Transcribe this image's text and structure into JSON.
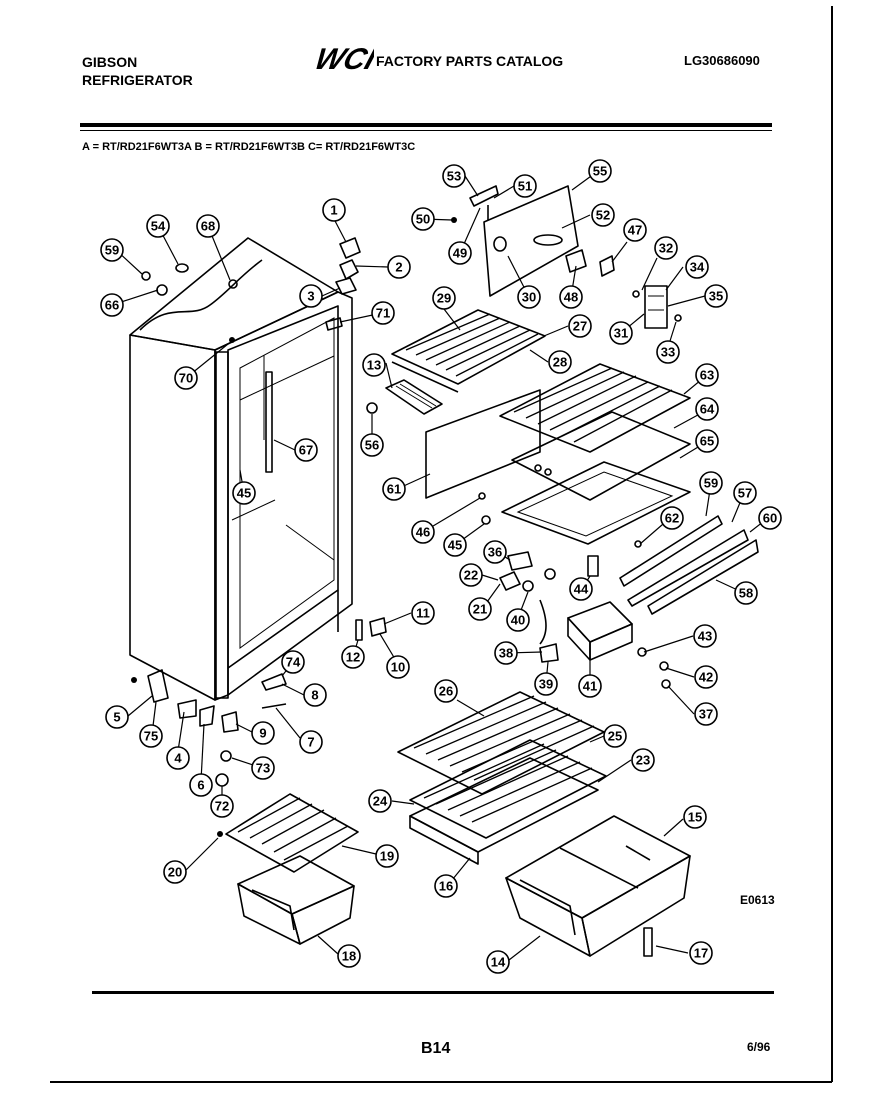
{
  "header": {
    "brand_line1": "GIBSON",
    "brand_line2": "REFRIGERATOR",
    "logo_text": "WCI",
    "catalog_title": "FACTORY PARTS CATALOG",
    "part_number": "LG30686090",
    "models": "A = RT/RD21F6WT3A   B = RT/RD21F6WT3B   C= RT/RD21F6WT3C"
  },
  "diagram": {
    "figure_id": "E0613",
    "callouts": [
      "1",
      "2",
      "3",
      "4",
      "5",
      "6",
      "7",
      "8",
      "9",
      "10",
      "11",
      "12",
      "13",
      "14",
      "15",
      "16",
      "17",
      "18",
      "19",
      "20",
      "21",
      "22",
      "23",
      "24",
      "25",
      "26",
      "27",
      "28",
      "29",
      "30",
      "31",
      "32",
      "33",
      "34",
      "35",
      "36",
      "37",
      "38",
      "39",
      "40",
      "41",
      "42",
      "43",
      "44",
      "45",
      "45",
      "46",
      "47",
      "48",
      "49",
      "50",
      "51",
      "52",
      "53",
      "54",
      "55",
      "56",
      "57",
      "58",
      "59",
      "59",
      "60",
      "61",
      "62",
      "63",
      "64",
      "65",
      "66",
      "67",
      "68",
      "70",
      "71",
      "72",
      "73",
      "74",
      "75"
    ]
  },
  "footer": {
    "page_code": "B14",
    "date": "6/96"
  }
}
